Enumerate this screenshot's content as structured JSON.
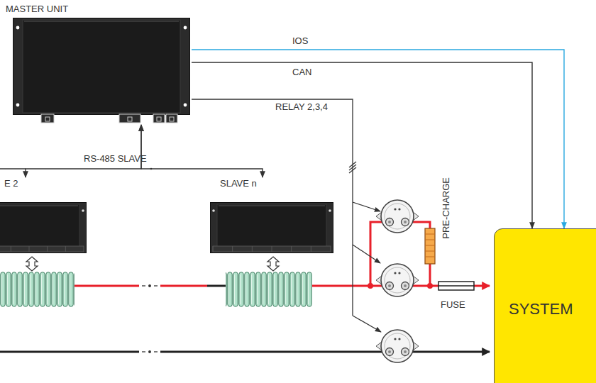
{
  "diagram": {
    "nodes": [
      {
        "text": [
          "MASTER UNIT"
        ]
      },
      {
        "text": [
          "E 2"
        ]
      },
      {
        "text": [
          "SLAVE n"
        ]
      },
      {
        "text": [
          "SYSTEM"
        ]
      }
    ],
    "edges": [
      {
        "from": 0,
        "to": 3,
        "arrow": "to",
        "label": "IOS"
      },
      {
        "from": 0,
        "to": 3,
        "arrow": "to",
        "label": "CAN"
      },
      {
        "from": 0,
        "to": 1,
        "arrow": "both"
      },
      {
        "from": 0,
        "to": 2,
        "arrow": "both"
      }
    ],
    "labels": [
      "RS-485 SLAVE",
      "RELAY 2,3,4",
      "PRE-CHARGE",
      "FUSE"
    ]
  }
}
